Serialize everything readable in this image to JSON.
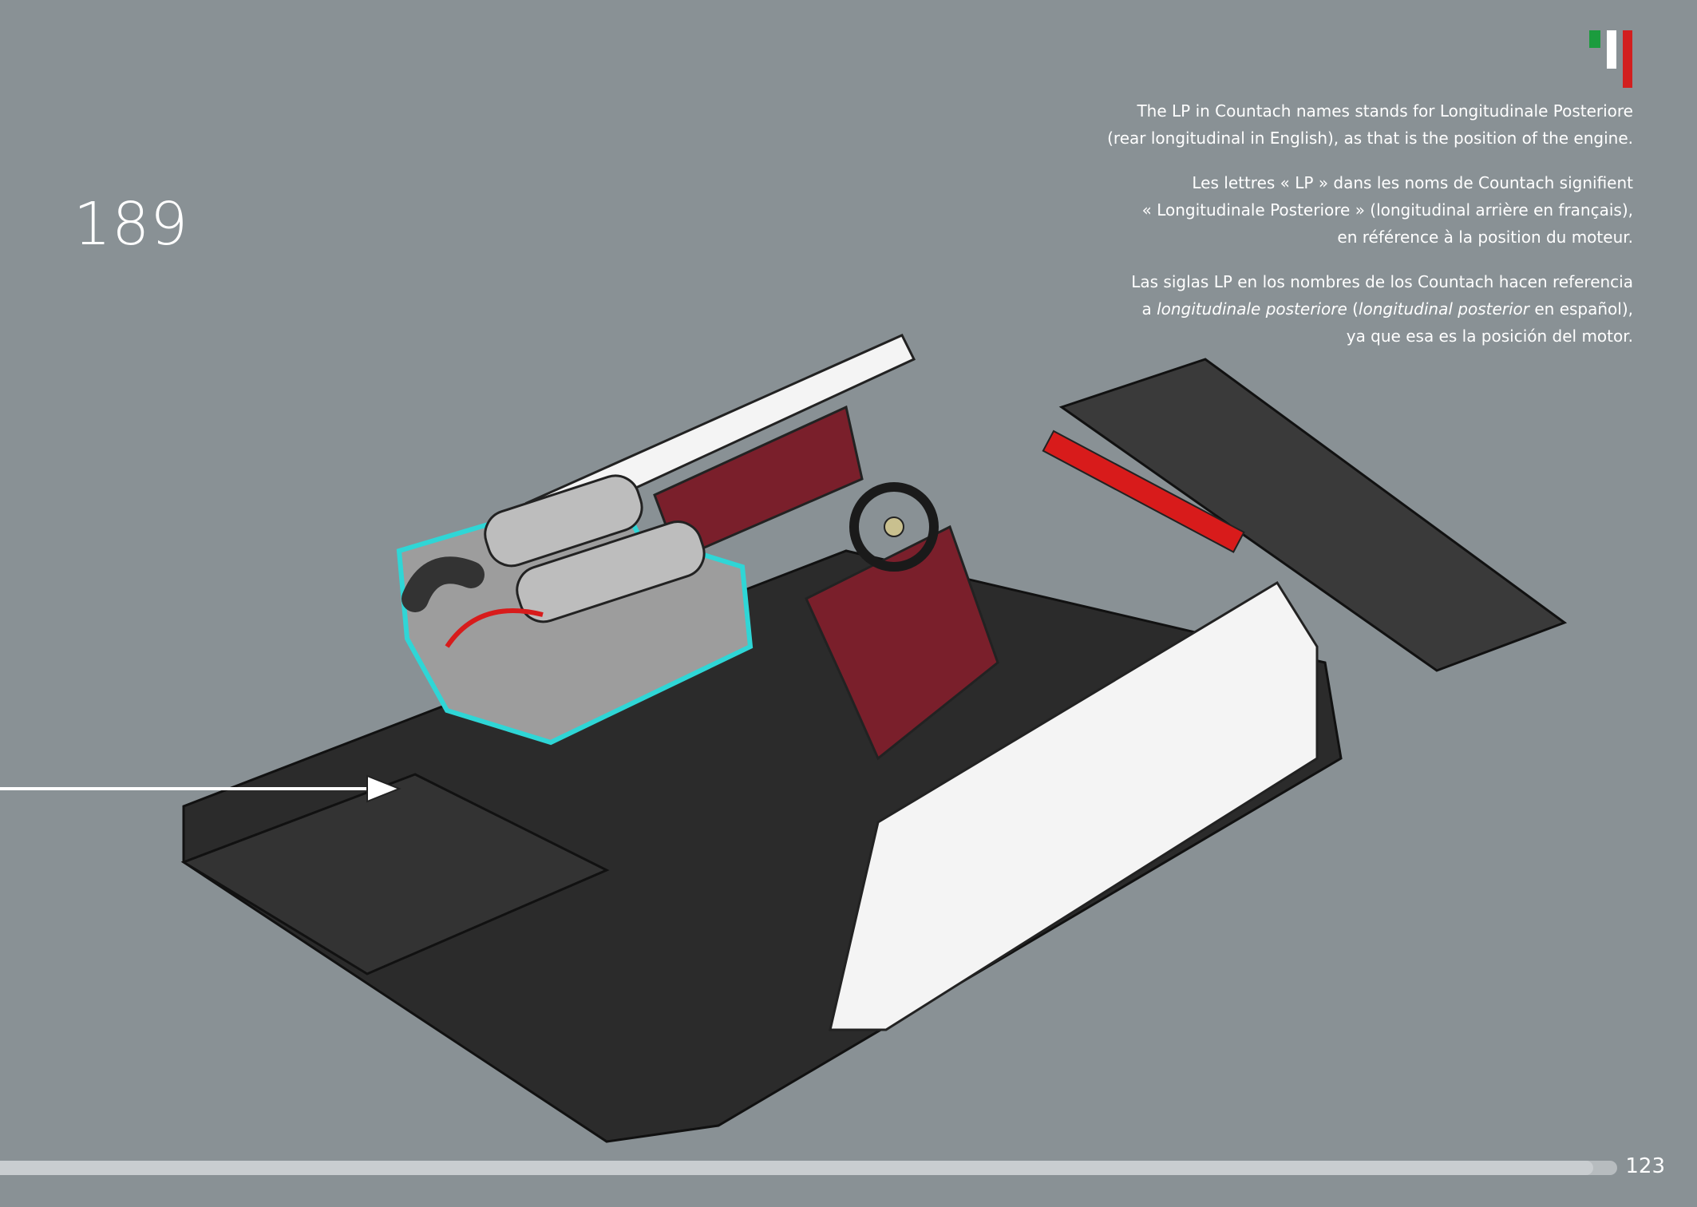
{
  "step": {
    "number": "189"
  },
  "flag": {
    "colors": [
      "#1b9c3e",
      "#ffffff",
      "#d21f1f"
    ]
  },
  "info": {
    "en": [
      "The LP in Countach names stands for Longitudinale Posteriore",
      "(rear longitudinal in English), as that is the position of the engine."
    ],
    "fr": [
      "Les lettres « LP » dans les noms de Countach signifient",
      "« Longitudinale Posteriore » (longitudinal arrière en français),",
      "en référence à la position du moteur."
    ],
    "es": {
      "line1": "Las siglas LP en los nombres de los Countach hacen referencia",
      "line2_a": "a ",
      "line2_b": "longitudinale posteriore",
      "line2_c": " (",
      "line2_d": "longitudinal posterior",
      "line2_e": " en español),",
      "line3": "ya que esa es la posición del motor."
    }
  },
  "progress": {
    "fraction": 0.985
  },
  "page": {
    "number": "123"
  },
  "colors": {
    "background": "#899195",
    "highlight": "#2fd6d6",
    "brick_dark": "#2b2b2b",
    "brick_red": "#7a1f2b",
    "brick_white": "#f4f4f4"
  }
}
